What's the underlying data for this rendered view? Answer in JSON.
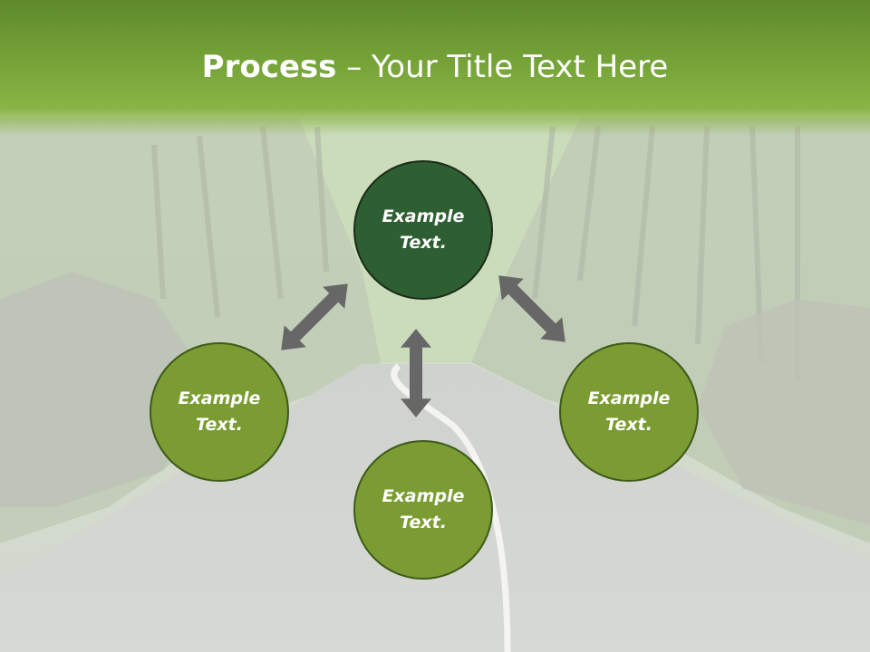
{
  "title": {
    "bold": "Process",
    "dash": " – ",
    "rest": "Your Title Text Here"
  },
  "nodes": {
    "top": {
      "text": "Example\nText."
    },
    "left": {
      "text": "Example\nText."
    },
    "bottom": {
      "text": "Example\nText."
    },
    "right": {
      "text": "Example\nText."
    }
  },
  "colors": {
    "title_bar": "#7aa83a",
    "center_node": "#2e5f32",
    "outer_node": "#7a9c32",
    "arrow": "#666666"
  }
}
